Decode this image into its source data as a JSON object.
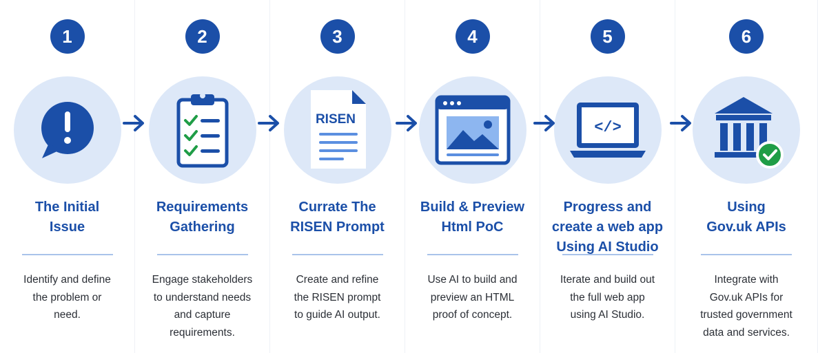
{
  "colors": {
    "accent": "#1b4fa8",
    "circle_bg": "#dde8f8",
    "divider": "#a9c3ea",
    "check_green": "#1f9d46"
  },
  "steps": [
    {
      "number": "1",
      "icon": "speech-bubble-exclamation-icon",
      "title": [
        "The Initial",
        "Issue"
      ],
      "description": [
        "Identify and define",
        "the problem or",
        "need."
      ]
    },
    {
      "number": "2",
      "icon": "clipboard-checklist-icon",
      "title": [
        "Requirements",
        "Gathering"
      ],
      "description": [
        "Engage stakeholders",
        "to understand needs",
        "and capture",
        "requirements."
      ]
    },
    {
      "number": "3",
      "icon": "risen-document-icon",
      "icon_text": "RISEN",
      "title": [
        "Currate The",
        "RISEN Prompt"
      ],
      "description": [
        "Create and refine",
        "the RISEN prompt",
        "to guide AI output."
      ]
    },
    {
      "number": "4",
      "icon": "browser-image-preview-icon",
      "title": [
        "Build & Preview",
        "Html PoC"
      ],
      "description": [
        "Use AI to build and",
        "preview an HTML",
        "proof of concept."
      ]
    },
    {
      "number": "5",
      "icon": "laptop-code-icon",
      "icon_text": "</>",
      "title": [
        "Progress and",
        "create a web app",
        "Using AI Studio"
      ],
      "description": [
        "Iterate and build out",
        "the full web app",
        "using AI Studio."
      ]
    },
    {
      "number": "6",
      "icon": "government-building-check-icon",
      "title": [
        "Using",
        "Gov.uk APIs"
      ],
      "description": [
        "Integrate with",
        "Gov.uk APIs for",
        "trusted government",
        "data and services."
      ]
    }
  ],
  "arrows": [
    "arrow-right-icon",
    "arrow-right-icon",
    "arrow-right-icon",
    "arrow-right-icon",
    "arrow-right-icon"
  ]
}
